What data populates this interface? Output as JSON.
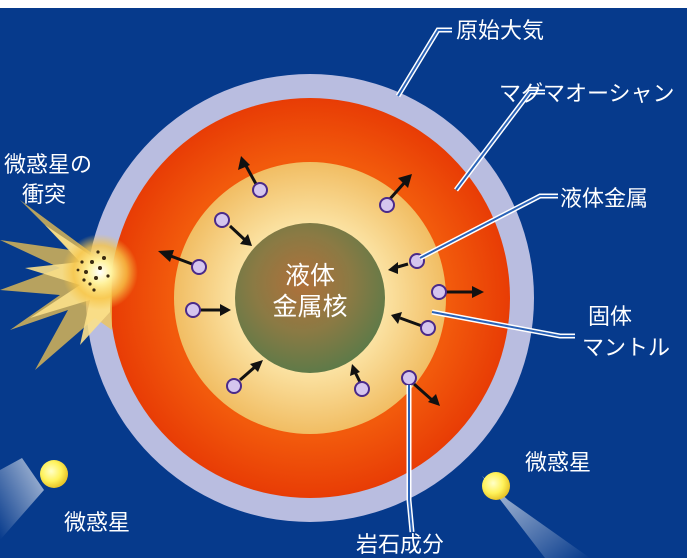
{
  "labels": {
    "primordial_atmosphere": "原始大気",
    "magma_ocean": "マグマオーシャン",
    "liquid_metal": "液体金属",
    "planetesimal_impact_line1": "微惑星の",
    "planetesimal_impact_line2": "衝突",
    "core_line1": "液体",
    "core_line2": "金属核",
    "solid_mantle_line1": "固体",
    "solid_mantle_line2": "マントル",
    "planetesimal_right": "微惑星",
    "planetesimal_left": "微惑星",
    "rock_component": "岩石成分"
  },
  "colors": {
    "space_background": "#063a8c",
    "atmosphere": "#b9bde0",
    "magma_ocean": "#ee4a08",
    "solid_mantle": "#f3c872",
    "core": "#77804a",
    "particle": "#d5c5ee",
    "planetesimal": "#fff25a"
  }
}
